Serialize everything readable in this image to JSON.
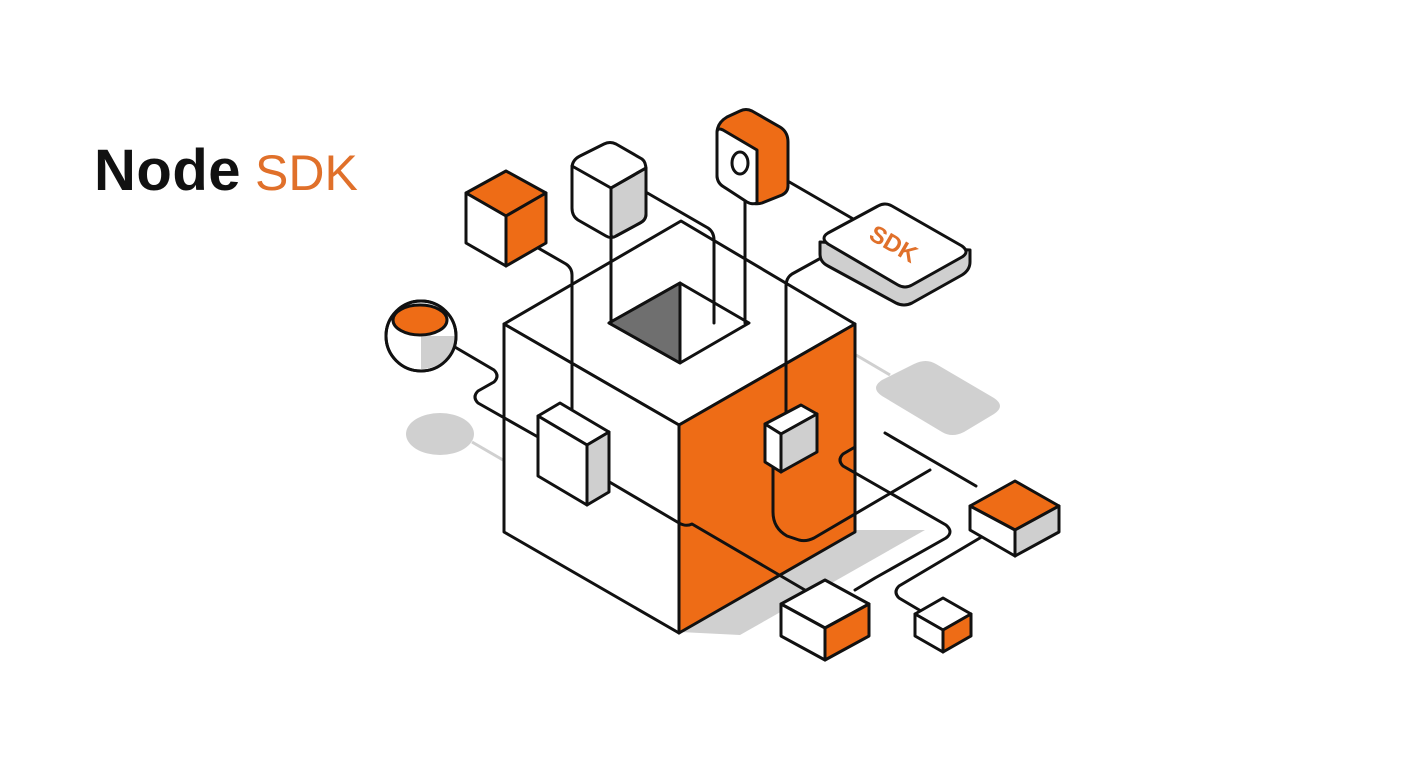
{
  "title": {
    "primary": "Node",
    "secondary": "SDK"
  },
  "badge": {
    "label": "SDK"
  },
  "colors": {
    "accent": "#ee6c16",
    "ink": "#111111",
    "shade": "#cfcfcf",
    "hole": "#6f6f6f",
    "background": "#ffffff"
  }
}
